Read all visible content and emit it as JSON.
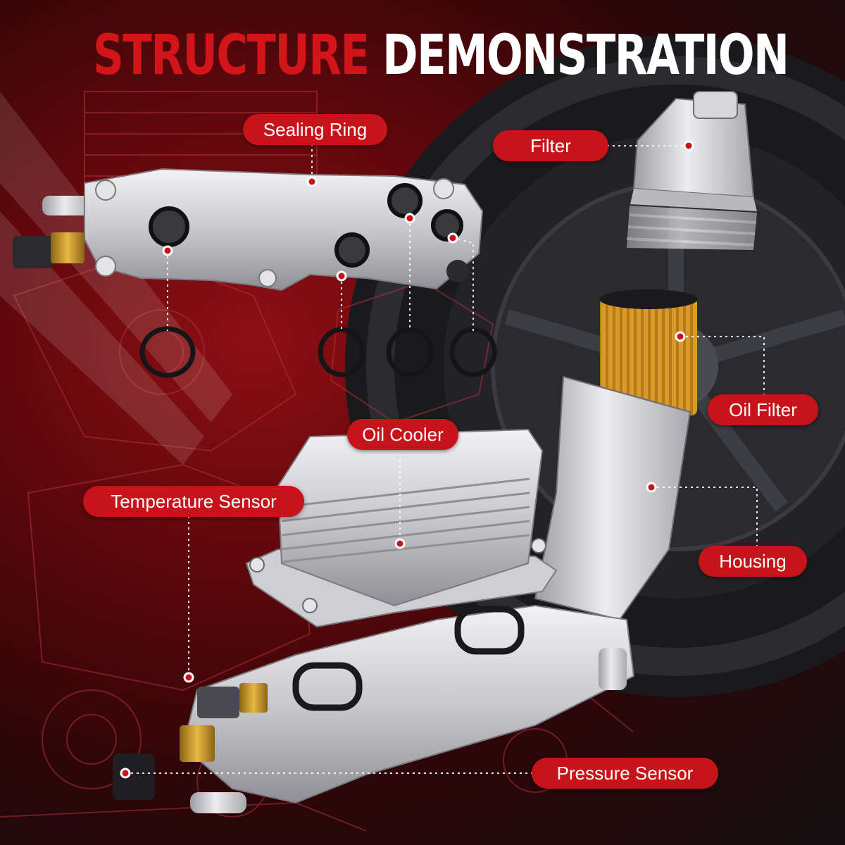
{
  "title": {
    "part1": "STRUCTURE",
    "part2": "DEMONSTRATION"
  },
  "labels": {
    "sealing_ring": "Sealing Ring",
    "filter": "Filter",
    "oil_filter": "Oil Filter",
    "oil_cooler": "Oil Cooler",
    "temperature_sensor": "Temperature Sensor",
    "housing": "Housing",
    "pressure_sensor": "Pressure Sensor"
  },
  "colors": {
    "accent": "#c7141b",
    "title_red": "#d2141b",
    "title_white": "#ffffff",
    "aluminum": "#c9c9cc"
  }
}
